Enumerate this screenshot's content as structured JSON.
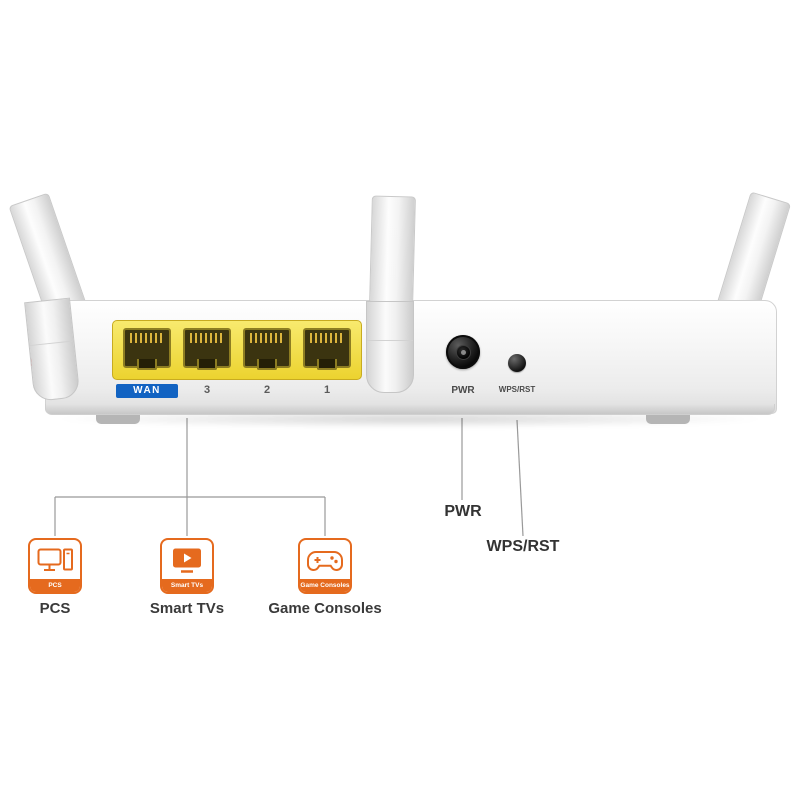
{
  "panel": {
    "port_labels": [
      "WAN",
      "3",
      "2",
      "1"
    ],
    "pwr_small_label": "PWR",
    "wps_small_label": "WPS/RST"
  },
  "callouts": {
    "pwr_label": "PWR",
    "wps_label": "WPS/RST",
    "devices": [
      {
        "icon": "desktop-pc-icon",
        "badge": "PCS",
        "label": "PCS"
      },
      {
        "icon": "smart-tv-icon",
        "badge": "Smart TVs",
        "label": "Smart TVs"
      },
      {
        "icon": "gamepad-icon",
        "badge": "Game Consoles",
        "label": "Game Consoles"
      }
    ]
  },
  "colors": {
    "accent_orange": "#e56a1e",
    "wan_blue": "#1263c2",
    "port_yellow": "#ecd32f",
    "line_gray": "#999999",
    "text_dark": "#333333"
  }
}
